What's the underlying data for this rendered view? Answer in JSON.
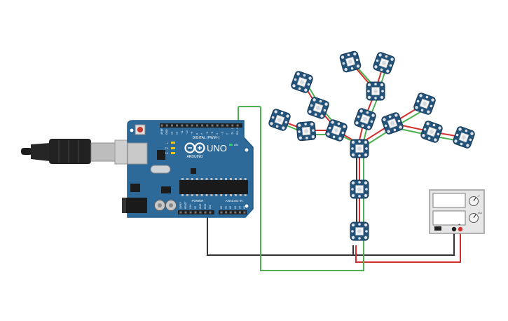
{
  "board": {
    "brand": "ARDUINO",
    "model": "UNO",
    "digital_header_label": "DIGITAL (PWM~)",
    "power_header_label": "POWER",
    "analog_header_label": "ANALOG IN",
    "on_label": "ON",
    "led_labels": [
      "L",
      "TX",
      "RX"
    ],
    "digital_pins": [
      "AREF",
      "GND",
      "13",
      "12",
      "~11",
      "~10",
      "~9",
      "8",
      "7",
      "~6",
      "~5",
      "4",
      "~3",
      "2",
      "TX→1",
      "RX←0"
    ],
    "power_pins": [
      "IOREF",
      "RESET",
      "3.3V",
      "5V",
      "GND",
      "GND",
      "VIN"
    ],
    "analog_pins": [
      "A0",
      "A1",
      "A2",
      "A3",
      "A4",
      "A5"
    ]
  },
  "power_supply": {
    "display_labels": [
      "V",
      "mA"
    ],
    "terminal_labels": [
      "-",
      "+"
    ]
  },
  "colors": {
    "board": "#2d6a9a",
    "board_edge": "#1f5a88",
    "wire_ground": "#333333",
    "wire_power": "#d32f2f",
    "wire_data": "#4caf50",
    "pixel_board": "#24537a",
    "usb_plug": "#222222",
    "psu_body": "#e6e6e6"
  },
  "icons": [
    "usb-cable-icon",
    "arduino-infinity-logo-icon",
    "reset-button-icon",
    "neopixel-led-icon",
    "power-supply-knob-icon"
  ]
}
